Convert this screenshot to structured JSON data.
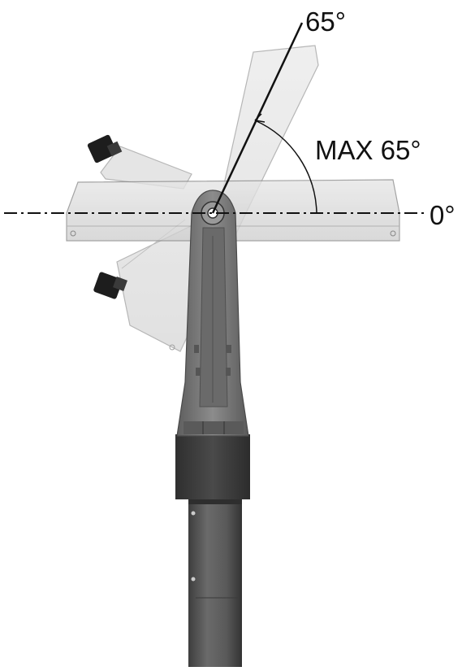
{
  "labels": {
    "tilt_label": "65°",
    "max_label": "MAX 65°",
    "zero_label": "0°"
  },
  "tilt": {
    "max_degrees": 65,
    "horizontal_degrees": 0
  },
  "colors": {
    "panel_fill": "#dadada",
    "panel_stroke": "#8a8a8a",
    "arm_fill": "#7b7b7b",
    "arm_dark": "#4f4f4f",
    "clamp_fill": "#3f3f3f",
    "pole_fill": "#575757",
    "line_color": "#111111"
  }
}
